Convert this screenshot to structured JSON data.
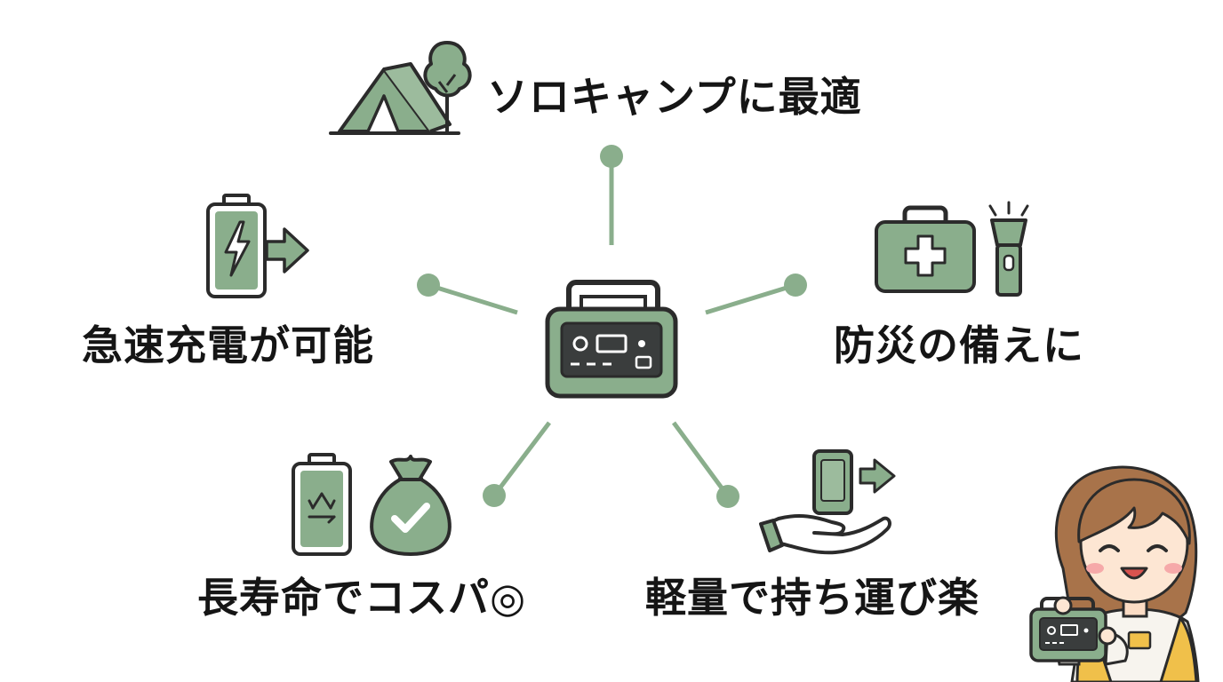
{
  "colors": {
    "accent": "#8aae8c",
    "accent_light": "#9cbb9d",
    "outline": "#2b2b2b",
    "text": "#151515",
    "background": "#ffffff",
    "vest": "#f0c04a",
    "hair": "#a8734a"
  },
  "center": {
    "icon": "portable-power-station-icon"
  },
  "features": [
    {
      "label": "ソロキャンプに最適",
      "icons": [
        "tent-icon",
        "tree-icon"
      ]
    },
    {
      "label": "急速充電が可能",
      "icons": [
        "battery-bolt-icon",
        "arrow-right-icon"
      ]
    },
    {
      "label": "防災の備えに",
      "icons": [
        "first-aid-kit-icon",
        "flashlight-icon"
      ]
    },
    {
      "label": "長寿命でコスパ◎",
      "icons": [
        "recycle-battery-icon",
        "money-bag-check-icon"
      ]
    },
    {
      "label": "軽量で持ち運び楽",
      "icons": [
        "hand-holding-device-icon",
        "arrow-right-icon"
      ]
    }
  ],
  "mascot": {
    "icon": "woman-holding-power-station-icon"
  }
}
